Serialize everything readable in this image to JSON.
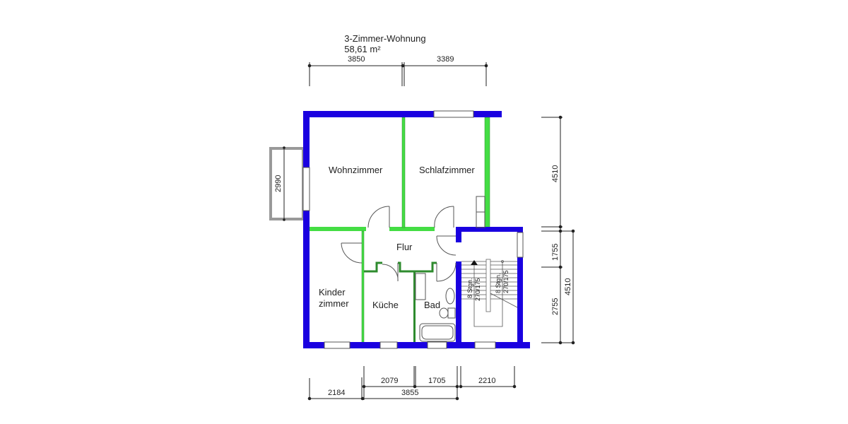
{
  "title": {
    "name": "3-Zimmer-Wohnung",
    "area": "58,61 m²"
  },
  "colors": {
    "outer_wall": "#1a00e0",
    "inner_wall": "#44dd44",
    "inner_wall_dark": "#2e8b2e",
    "line": "#222222",
    "window": "#ffffff",
    "balcony": "#999999"
  },
  "rooms": {
    "wohnzimmer": "Wohnzimmer",
    "schlafzimmer": "Schlafzimmer",
    "flur": "Flur",
    "kinderzimmer_line1": "Kinder",
    "kinderzimmer_line2": "zimmer",
    "kueche": "Küche",
    "bad": "Bad"
  },
  "stairs": {
    "left_line1": "8 Stgn.",
    "left_line2": "270/175",
    "right_line1": "8 Stgn.",
    "right_line2": "270/175"
  },
  "dimensions": {
    "top": [
      "3850",
      "3389"
    ],
    "balcony": "2990",
    "right_upper": "4510",
    "right_middle": "1755",
    "right_lower": "2755",
    "right_stair_total": "4510",
    "bottom_row1": [
      "2079",
      "1705",
      "2210"
    ],
    "bottom_row2": [
      "2184",
      "3855"
    ]
  }
}
